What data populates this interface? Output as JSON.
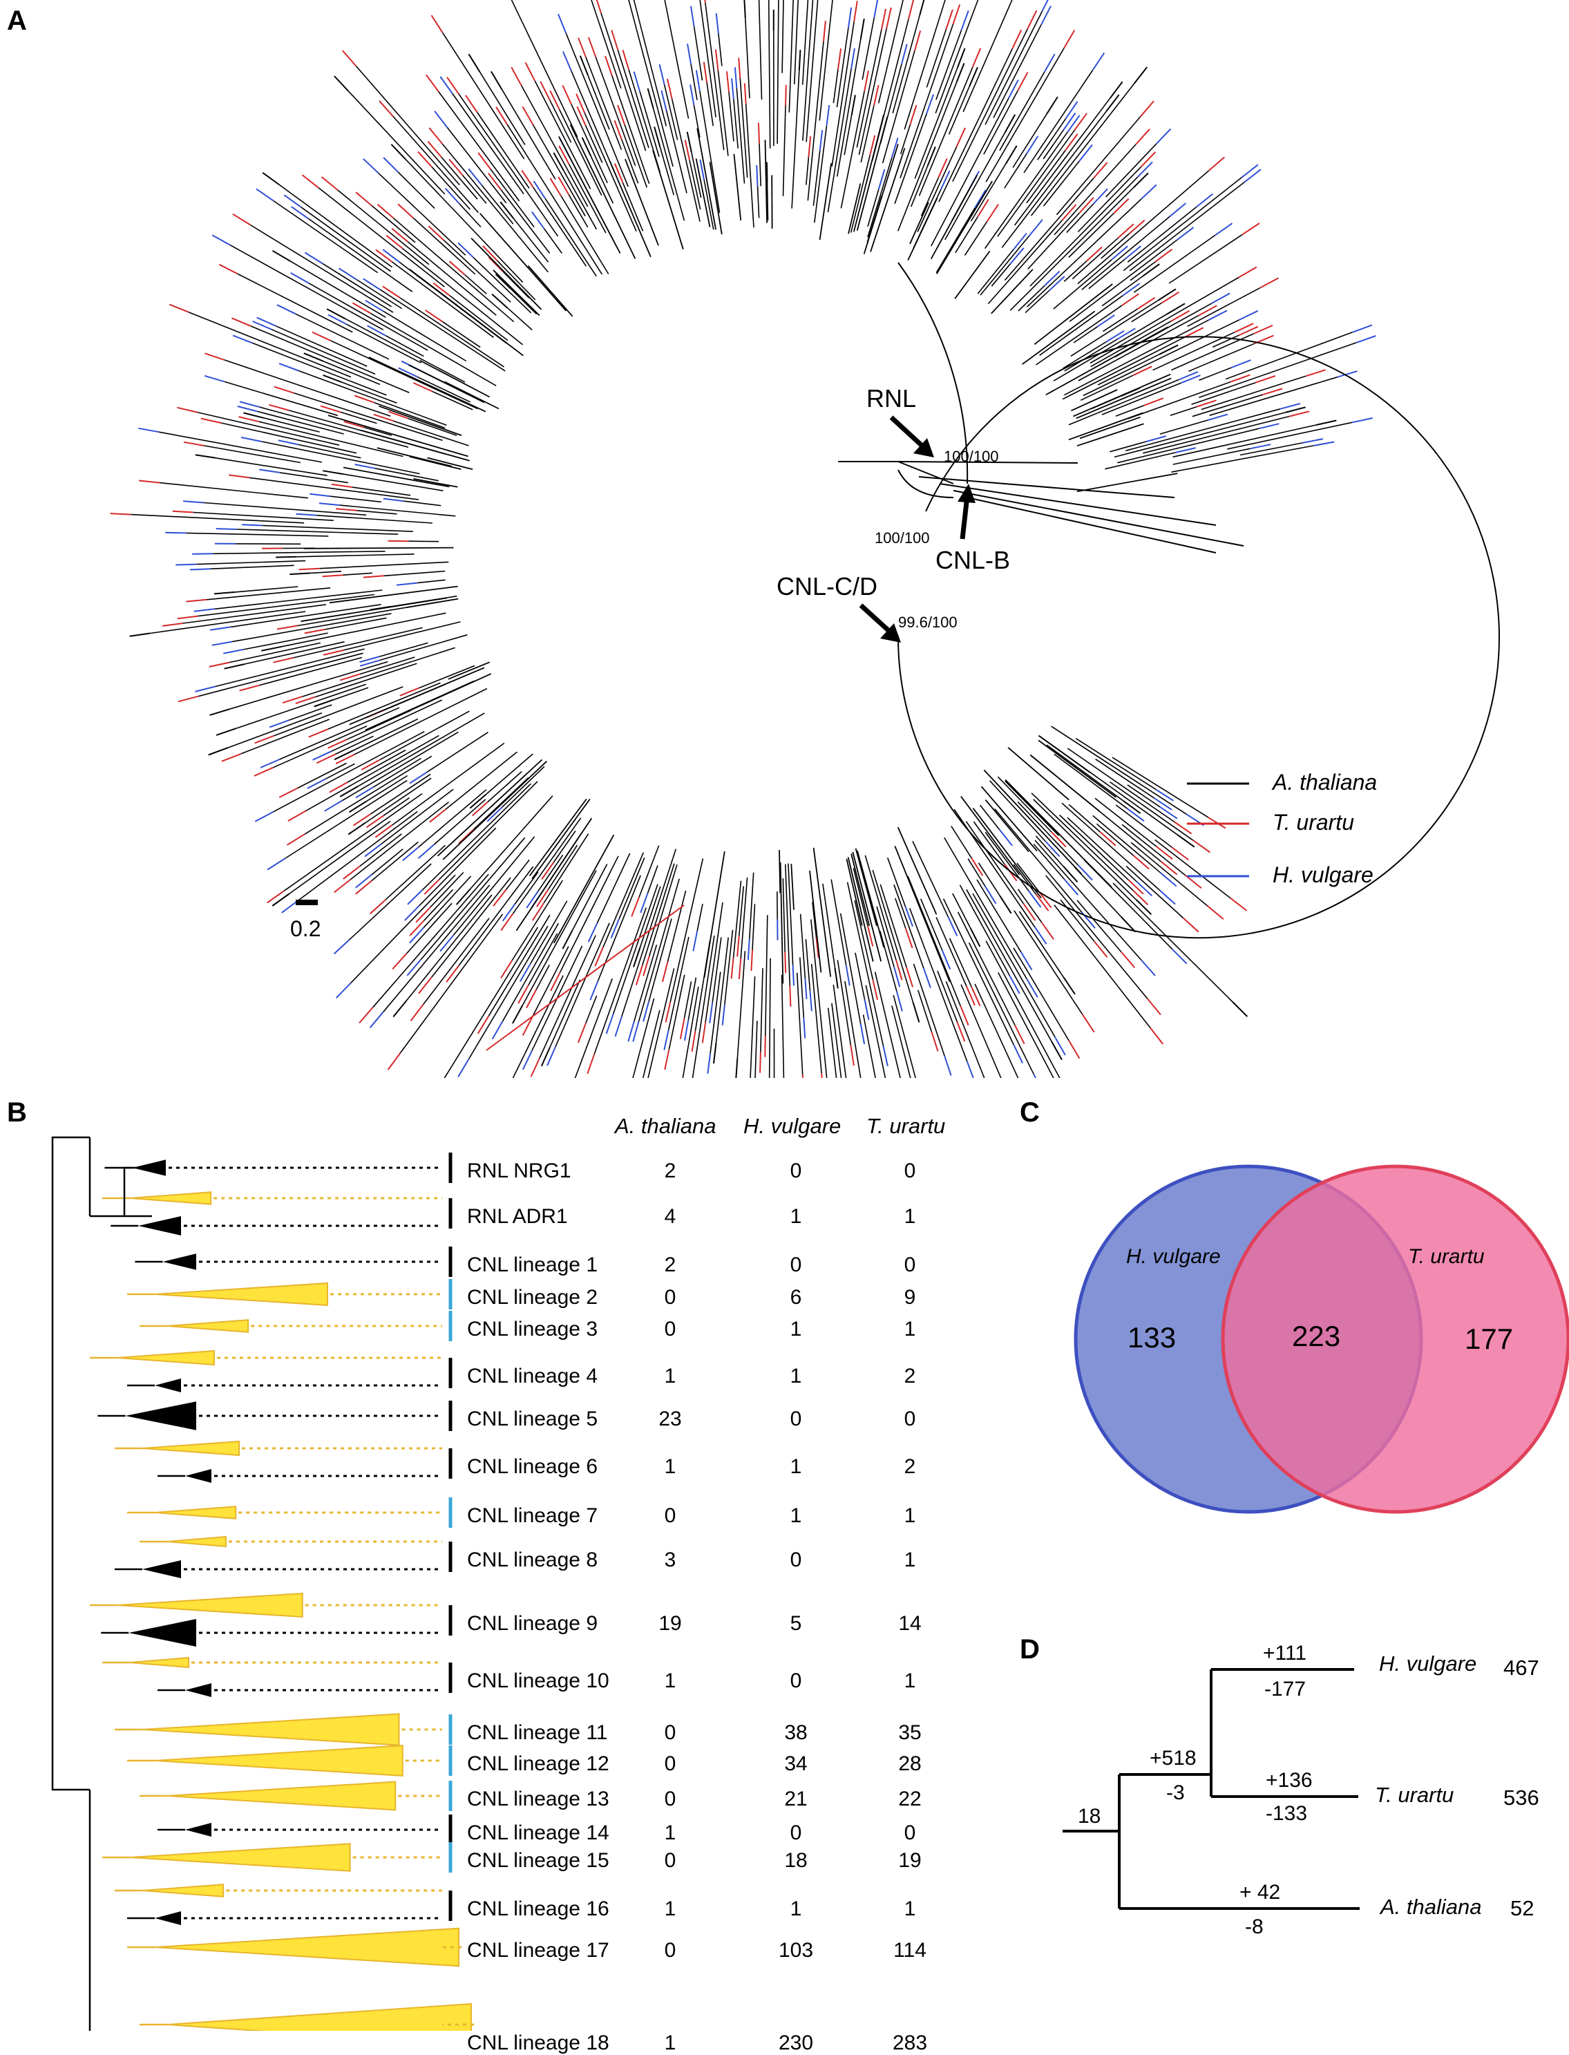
{
  "panels": {
    "a": "A",
    "b": "B",
    "c": "C",
    "d": "D"
  },
  "panel_a": {
    "arrows": {
      "rnl": "RNL",
      "cnl_b": "CNL-B",
      "cnl_cd": "CNL-C/D"
    },
    "support": {
      "rnl": "100/100",
      "cnl_b": "100/100",
      "cnl_cd": "99.6/100"
    },
    "legend": [
      {
        "name": "A. thaliana",
        "color": "#000000"
      },
      {
        "name": "T. urartu",
        "color": "#d62728"
      },
      {
        "name": "H. vulgare",
        "color": "#2f4fd6"
      }
    ],
    "scale_bar": "0.2"
  },
  "panel_b": {
    "columns": [
      "A. thaliana",
      "H. vulgare",
      "T. urartu"
    ],
    "rows": [
      {
        "name": "RNL NRG1",
        "at": "2",
        "hv": "0",
        "tu": "0"
      },
      {
        "name": "RNL ADR1",
        "at": "4",
        "hv": "1",
        "tu": "1"
      },
      {
        "name": "CNL lineage 1",
        "at": "2",
        "hv": "0",
        "tu": "0"
      },
      {
        "name": "CNL lineage 2",
        "at": "0",
        "hv": "6",
        "tu": "9"
      },
      {
        "name": "CNL lineage 3",
        "at": "0",
        "hv": "1",
        "tu": "1"
      },
      {
        "name": "CNL lineage 4",
        "at": "1",
        "hv": "1",
        "tu": "2"
      },
      {
        "name": "CNL lineage 5",
        "at": "23",
        "hv": "0",
        "tu": "0"
      },
      {
        "name": "CNL lineage 6",
        "at": "1",
        "hv": "1",
        "tu": "2"
      },
      {
        "name": "CNL lineage 7",
        "at": "0",
        "hv": "1",
        "tu": "1"
      },
      {
        "name": "CNL lineage 8",
        "at": "3",
        "hv": "0",
        "tu": "1"
      },
      {
        "name": "CNL lineage 9",
        "at": "19",
        "hv": "5",
        "tu": "14"
      },
      {
        "name": "CNL lineage 10",
        "at": "1",
        "hv": "0",
        "tu": "1"
      },
      {
        "name": "CNL lineage 11",
        "at": "0",
        "hv": "38",
        "tu": "35"
      },
      {
        "name": "CNL lineage 12",
        "at": "0",
        "hv": "34",
        "tu": "28"
      },
      {
        "name": "CNL lineage 13",
        "at": "0",
        "hv": "21",
        "tu": "22"
      },
      {
        "name": "CNL lineage 14",
        "at": "1",
        "hv": "0",
        "tu": "0"
      },
      {
        "name": "CNL lineage 15",
        "at": "0",
        "hv": "18",
        "tu": "19"
      },
      {
        "name": "CNL lineage 16",
        "at": "1",
        "hv": "1",
        "tu": "1"
      },
      {
        "name": "CNL lineage 17",
        "at": "0",
        "hv": "103",
        "tu": "114"
      },
      {
        "name": "CNL lineage 18",
        "at": "1",
        "hv": "230",
        "tu": "283"
      }
    ]
  },
  "panel_c": {
    "left": {
      "name": "H. vulgare",
      "only": "133",
      "color": "#5a6fc8"
    },
    "right": {
      "name": "T. urartu",
      "only": "177",
      "color": "#f06e9e"
    },
    "shared": "223"
  },
  "panel_d": {
    "root": "18",
    "internal": {
      "gain": "+518",
      "loss": "-3"
    },
    "hv": {
      "name": "H. vulgare",
      "gain": "+111",
      "loss": "-177",
      "total": "467"
    },
    "tu": {
      "name": "T. urartu",
      "gain": "+136",
      "loss": "-133",
      "total": "536"
    },
    "at": {
      "name": "A. thaliana",
      "gain": "+ 42",
      "loss": "-8",
      "total": "52"
    }
  }
}
